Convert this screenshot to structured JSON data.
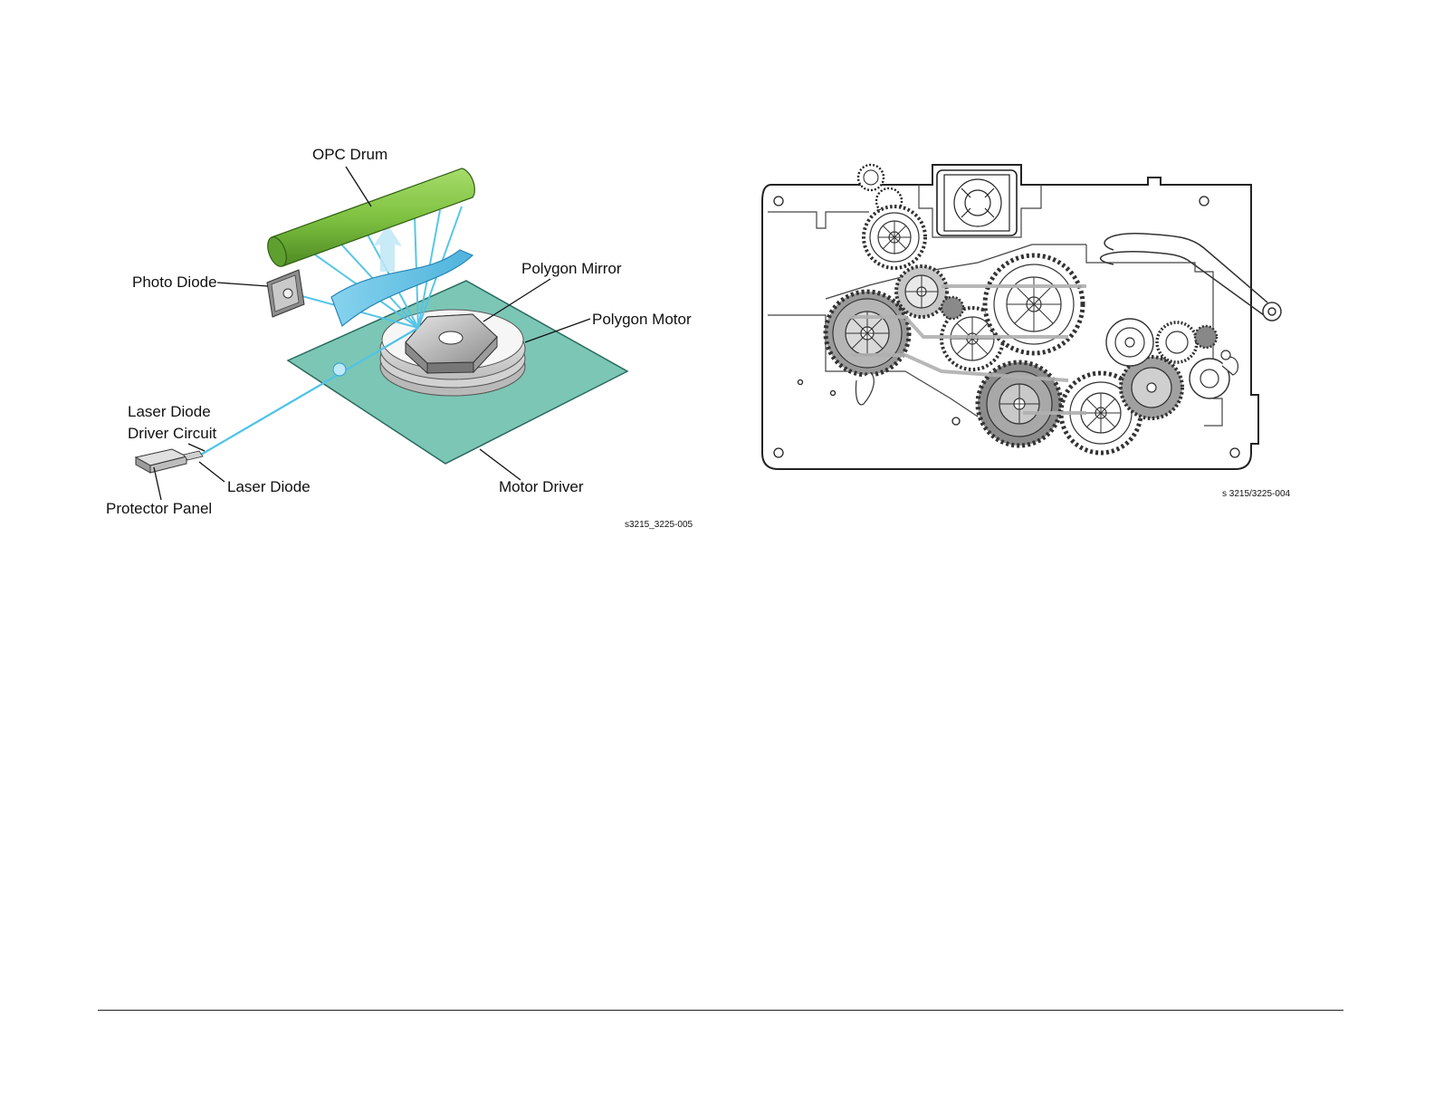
{
  "colors": {
    "drum": "#7fc241",
    "drum_dark": "#4e8a24",
    "beam": "#4fc3e8",
    "board": "#7cc6b6",
    "board_edge": "#2a6a5e",
    "mirror": "#bdbdbd",
    "gear": "#666666"
  },
  "figure_left": {
    "labels": {
      "opc_drum": "OPC Drum",
      "photo_diode": "Photo Diode",
      "polygon_mirror": "Polygon Mirror",
      "polygon_motor": "Polygon Motor",
      "laser_diode_driver_line1": "Laser Diode",
      "laser_diode_driver_line2": "Driver Circuit",
      "laser_diode": "Laser Diode",
      "protector_panel": "Protector Panel",
      "motor_driver": "Motor Driver"
    },
    "code": "s3215_3225-005"
  },
  "figure_right": {
    "code": "s 3215/3225-004"
  }
}
